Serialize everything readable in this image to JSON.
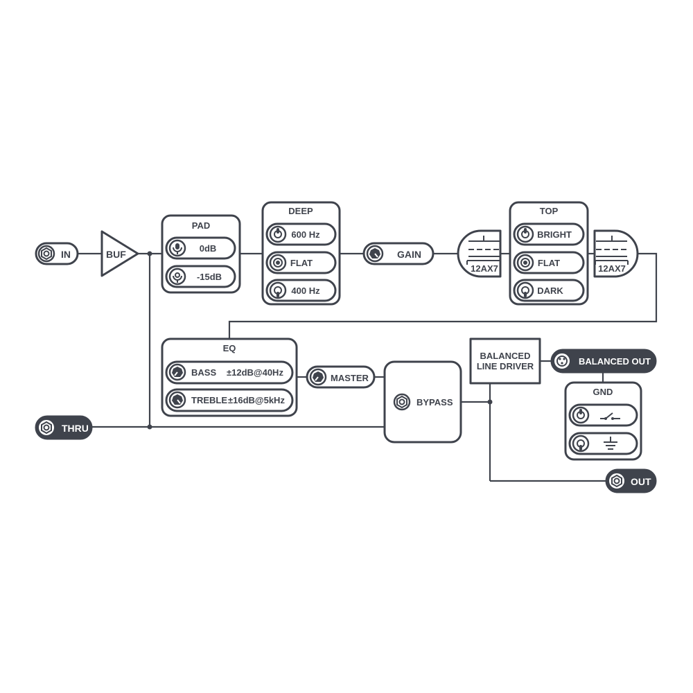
{
  "in_jack": {
    "label": "IN",
    "icon": "jack-socket-icon"
  },
  "thru_jack": {
    "label": "THRU",
    "icon": "jack-socket-icon"
  },
  "out_jack": {
    "label": "OUT",
    "icon": "jack-socket-icon"
  },
  "balanced_out": {
    "label": "BALANCED OUT",
    "icon": "xlr-socket-icon"
  },
  "buffer": {
    "label": "BUF"
  },
  "pad": {
    "title": "PAD",
    "options": [
      "0dB",
      "-15dB"
    ]
  },
  "deep": {
    "title": "DEEP",
    "options": [
      "600 Hz",
      "FLAT",
      "400 Hz"
    ]
  },
  "gain": {
    "label": "GAIN",
    "icon": "knob-icon"
  },
  "tube_left": {
    "label": "12AX7"
  },
  "tube_right": {
    "label": "12AX7"
  },
  "top": {
    "title": "TOP",
    "options": [
      "BRIGHT",
      "FLAT",
      "DARK"
    ]
  },
  "eq": {
    "title": "EQ",
    "controls": [
      {
        "name": "BASS",
        "range": "±12dB@40Hz"
      },
      {
        "name": "TREBLE",
        "range": "±16dB@5kHz"
      }
    ]
  },
  "master": {
    "label": "MASTER",
    "icon": "knob-icon"
  },
  "bypass": {
    "label": "BYPASS",
    "icon": "footswitch-icon"
  },
  "line_driver": {
    "line1": "BALANCED",
    "line2": "LINE DRIVER"
  },
  "gnd": {
    "title": "GND",
    "options": [
      {
        "icon": "lift-switch-icon"
      },
      {
        "icon": "ground-icon"
      }
    ]
  },
  "colors": {
    "ink": "#3f434c",
    "background": "#ffffff"
  }
}
